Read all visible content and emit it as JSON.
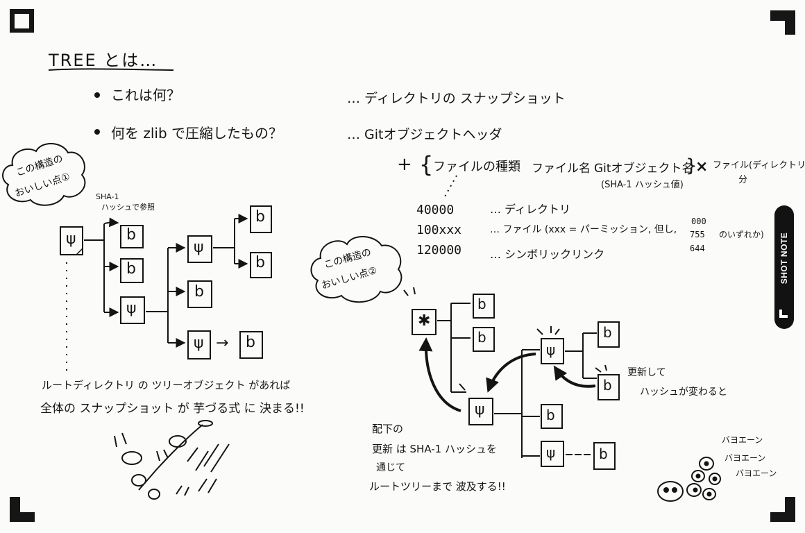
{
  "title": "TREE とは…",
  "bullets": [
    {
      "question": "これは何？",
      "answer": "… ディレクトリの スナップショット"
    },
    {
      "question": "何を zlib で圧縮したもの？",
      "answer": "… Gitオブジェクトヘッダ"
    }
  ],
  "formula": {
    "plus": "+",
    "open": "{",
    "field1": "ファイルの種類",
    "field2": "ファイル名",
    "field3": "Gitオブジェクト名",
    "field3_note": "(SHA-1 ハッシュ値)",
    "close": "}",
    "times": "×",
    "multiplier_line1": "ファイル(ディレクトリ)",
    "multiplier_line2": "分"
  },
  "modes": [
    {
      "code": "40000",
      "desc": "… ディレクトリ"
    },
    {
      "code": "100xxx",
      "desc": "… ファイル (xxx = パーミッション, 但し,",
      "perms": [
        "000",
        "755",
        "644"
      ],
      "tail": "のいずれか)"
    },
    {
      "code": "120000",
      "desc": "… シンボリックリンク"
    }
  ],
  "bubble1": {
    "line1": "この構造の",
    "line2": "おいしい点①"
  },
  "bubble2": {
    "line1": "この構造の",
    "line2": "おいしい点②"
  },
  "sha_note": {
    "line1": "SHA-1",
    "line2": "ハッシュで参照"
  },
  "tree_glyph": "ψ",
  "blob_glyph": "b",
  "star_glyph": "✱",
  "arrow_glyph": "→",
  "root_note": {
    "line1": "ルートディレクトリ の ツリーオブジェクト があれば",
    "line2": "全体の スナップショット が 芋づる式 に 決まる!!"
  },
  "update_note": {
    "line1": "更新して",
    "line2": "ハッシュが変わると"
  },
  "propagate_note": {
    "line1": "配下の",
    "line2": "更新 は SHA-1 ハッシュを",
    "line3": "通じて",
    "line4": "ルートツリーまで 波及する!!"
  },
  "bye_note": {
    "line1": "バヨエーン",
    "line2": "バヨエーン",
    "line3": "バヨエーン"
  },
  "shotnote": "SHOT NOTE"
}
